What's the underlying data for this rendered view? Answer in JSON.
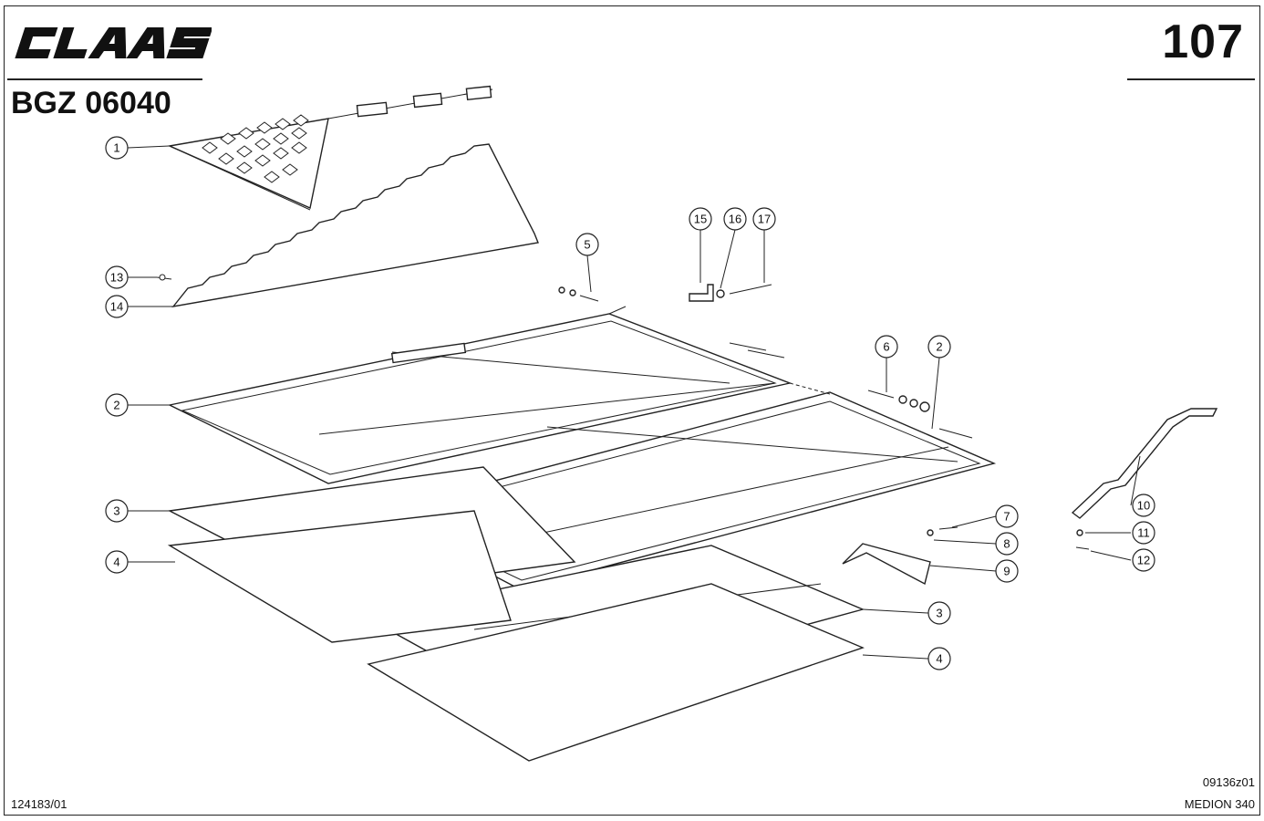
{
  "header": {
    "brand": "CLAAS",
    "page_number": "107",
    "group_code": "BGZ 06040"
  },
  "footer": {
    "figure_ref": "09136z01",
    "model": "MEDION 340",
    "doc_number": "124183/01"
  },
  "callouts": [
    "1",
    "2",
    "3",
    "4",
    "5",
    "6",
    "2",
    "7",
    "8",
    "9",
    "3",
    "4",
    "10",
    "11",
    "12",
    "13",
    "14",
    "15",
    "16",
    "17"
  ],
  "colors": {
    "ink": "#222222",
    "paper": "#ffffff"
  }
}
